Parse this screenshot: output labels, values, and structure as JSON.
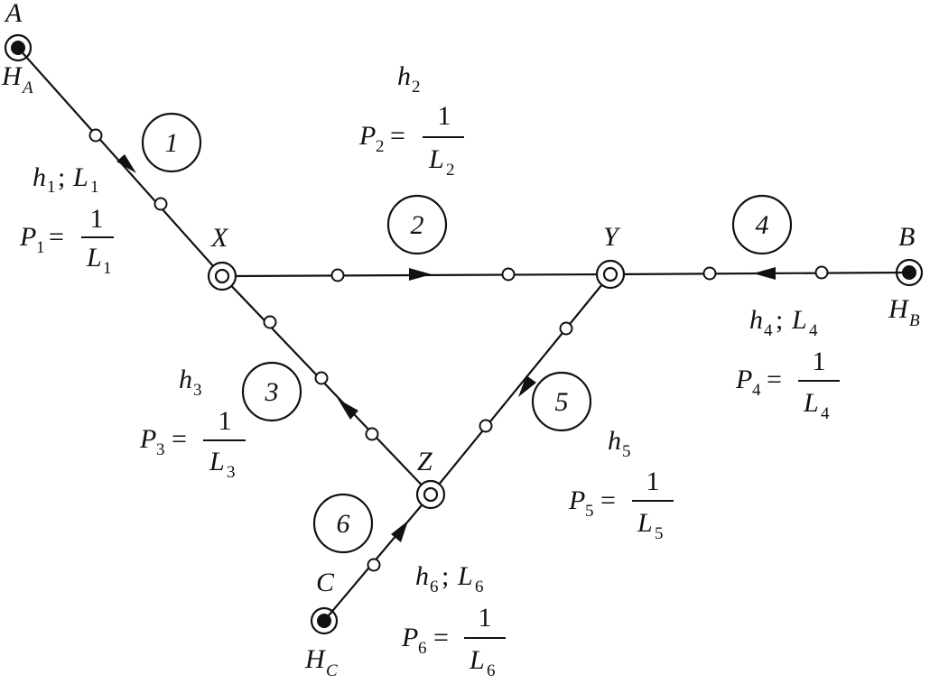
{
  "nodes": {
    "A": {
      "label": "A",
      "head_letter": "H",
      "head_sub": "A"
    },
    "B": {
      "label": "B",
      "head_letter": "H",
      "head_sub": "B"
    },
    "C": {
      "label": "C",
      "head_letter": "H",
      "head_sub": "C"
    },
    "X": {
      "label": "X"
    },
    "Y": {
      "label": "Y"
    },
    "Z": {
      "label": "Z"
    }
  },
  "pipes": [
    {
      "num": "1",
      "h": "h",
      "h_sub": "1",
      "sep": ";",
      "L": "L",
      "L_sub": "1",
      "P": "P",
      "P_sub": "1",
      "eq": "=",
      "one": "1"
    },
    {
      "num": "2",
      "h": "h",
      "h_sub": "2",
      "P": "P",
      "P_sub": "2",
      "eq": "=",
      "one": "1",
      "L": "L",
      "L_sub": "2"
    },
    {
      "num": "3",
      "h": "h",
      "h_sub": "3",
      "P": "P",
      "P_sub": "3",
      "eq": "=",
      "one": "1",
      "L": "L",
      "L_sub": "3"
    },
    {
      "num": "4",
      "h": "h",
      "h_sub": "4",
      "sep": ";",
      "L": "L",
      "L_sub": "4",
      "P": "P",
      "P_sub": "4",
      "eq": "=",
      "one": "1"
    },
    {
      "num": "5",
      "h": "h",
      "h_sub": "5",
      "P": "P",
      "P_sub": "5",
      "eq": "=",
      "one": "1",
      "L": "L",
      "L_sub": "5"
    },
    {
      "num": "6",
      "h": "h",
      "h_sub": "6",
      "sep": ";",
      "L": "L",
      "L_sub": "6",
      "P": "P",
      "P_sub": "6",
      "eq": "=",
      "one": "1"
    }
  ]
}
